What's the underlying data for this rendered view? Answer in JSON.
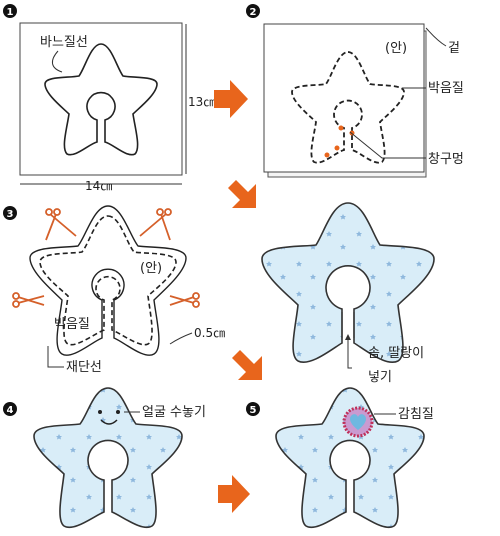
{
  "steps": [
    {
      "number": "1",
      "labels": {
        "stitch_line": "바느질선",
        "height": "13㎝",
        "width": "14㎝"
      }
    },
    {
      "number": "2",
      "labels": {
        "inside": "(안)",
        "outer": "겉",
        "stitch": "박음질",
        "opening": "창구멍"
      }
    },
    {
      "number": "3",
      "labels": {
        "inside": "(안)",
        "stitch": "박음질",
        "seam": "0.5㎝",
        "cut_line": "재단선"
      }
    },
    {
      "number": "",
      "labels": {
        "stuffing_line1": "솜, 딸랑이",
        "stuffing_line2": "넣기"
      }
    },
    {
      "number": "4",
      "labels": {
        "face": "얼굴 수놓기"
      }
    },
    {
      "number": "5",
      "labels": {
        "applique": "감침질"
      }
    }
  ],
  "colors": {
    "arrow": "#e8651c",
    "fabric": "#d9edf8",
    "fabric_dots": "#8fb8dd",
    "outline": "#333333",
    "scissors": "#d5602a",
    "applique_ring": "#c0305a",
    "applique_fill": "#c99ad0",
    "heart": "#6fb8e0"
  }
}
